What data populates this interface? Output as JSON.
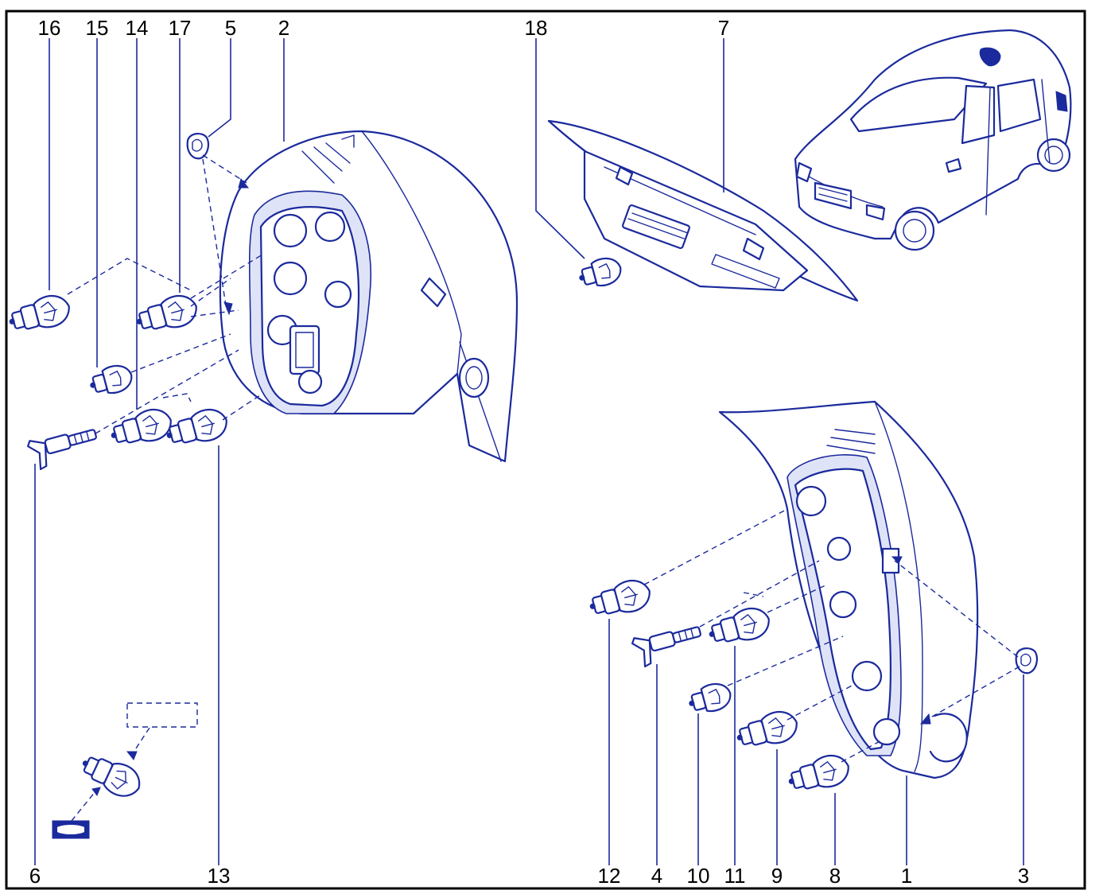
{
  "callouts": {
    "c16": "16",
    "c15": "15",
    "c14": "14",
    "c17": "17",
    "c5": "5",
    "c2": "2",
    "c18": "18",
    "c7": "7",
    "c6": "6",
    "c13": "13",
    "c12": "12",
    "c4": "4",
    "c10": "10",
    "c11": "11",
    "c9": "9",
    "c8": "8",
    "c1": "1",
    "c3": "3"
  },
  "colors": {
    "ink": "#1b2a9c",
    "frame": "#000000",
    "shade": "#dfe3f7"
  },
  "icons": [
    "bulb-icon",
    "bulb-holder-icon",
    "wing-nut-icon",
    "clip-icon",
    "car-icon",
    "lamp-unit-icon"
  ]
}
